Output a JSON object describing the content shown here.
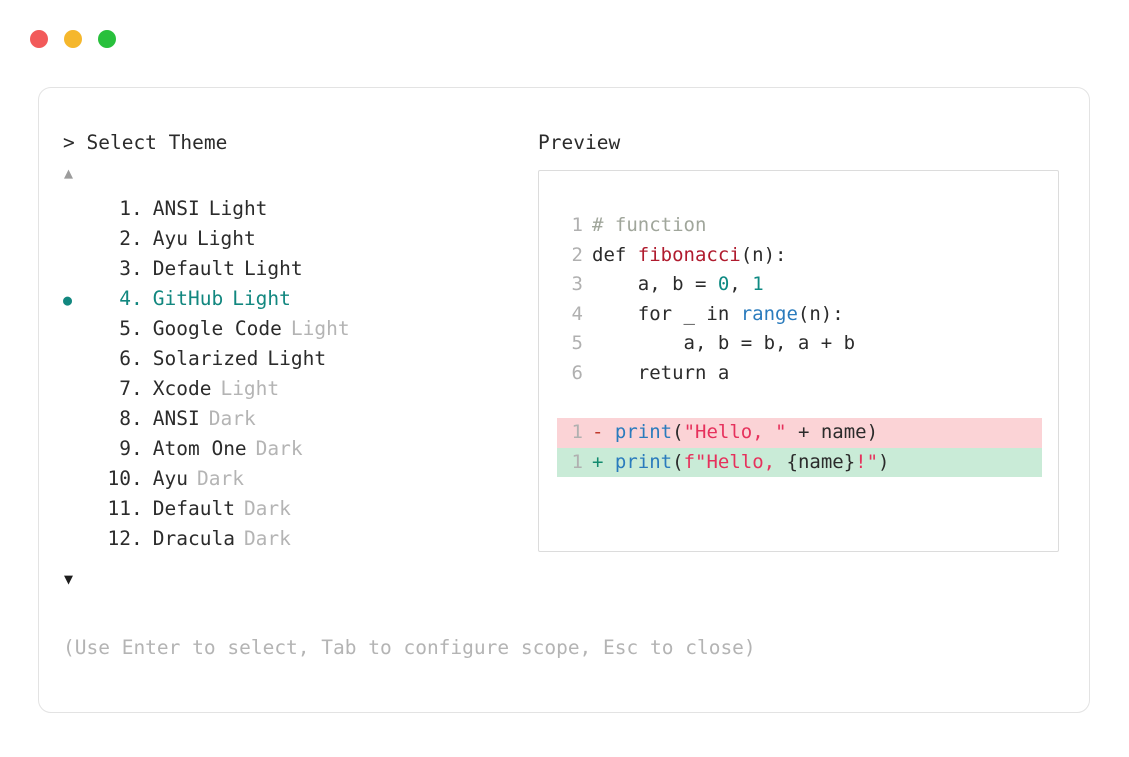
{
  "window": {
    "traffic_lights": [
      {
        "name": "close",
        "color": "#f25a5a"
      },
      {
        "name": "minimize",
        "color": "#f5b72c"
      },
      {
        "name": "maximize",
        "color": "#28c03c"
      }
    ]
  },
  "selector": {
    "prompt": "> Select Theme",
    "scroll_up": "▲",
    "scroll_down": "▼",
    "selected_index": 4,
    "bullet": "●",
    "accent_color": "#12877f",
    "items": [
      {
        "num": "1",
        "dot": ".",
        "name": "ANSI",
        "variant": "Light",
        "variant_dim": false,
        "selected": false
      },
      {
        "num": "2",
        "dot": ".",
        "name": "Ayu",
        "variant": "Light",
        "variant_dim": false,
        "selected": false
      },
      {
        "num": "3",
        "dot": ".",
        "name": "Default",
        "variant": "Light",
        "variant_dim": false,
        "selected": false
      },
      {
        "num": "4",
        "dot": ".",
        "name": "GitHub",
        "variant": "Light",
        "variant_dim": false,
        "selected": true
      },
      {
        "num": "5",
        "dot": ".",
        "name": "Google Code",
        "variant": "Light",
        "variant_dim": true,
        "selected": false
      },
      {
        "num": "6",
        "dot": ".",
        "name": "Solarized",
        "variant": "Light",
        "variant_dim": false,
        "selected": false
      },
      {
        "num": "7",
        "dot": ".",
        "name": "Xcode",
        "variant": "Light",
        "variant_dim": true,
        "selected": false
      },
      {
        "num": "8",
        "dot": ".",
        "name": "ANSI",
        "variant": "Dark",
        "variant_dim": true,
        "selected": false
      },
      {
        "num": "9",
        "dot": ".",
        "name": "Atom One",
        "variant": "Dark",
        "variant_dim": true,
        "selected": false
      },
      {
        "num": "10",
        "dot": ".",
        "name": "Ayu",
        "variant": "Dark",
        "variant_dim": true,
        "selected": false
      },
      {
        "num": "11",
        "dot": ".",
        "name": "Default",
        "variant": "Dark",
        "variant_dim": true,
        "selected": false
      },
      {
        "num": "12",
        "dot": ".",
        "name": "Dracula",
        "variant": "Dark",
        "variant_dim": true,
        "selected": false
      }
    ]
  },
  "preview": {
    "title": "Preview",
    "code_lines": [
      {
        "lnum": "1",
        "tokens": [
          {
            "t": "# function",
            "c": "tok-comment"
          }
        ]
      },
      {
        "lnum": "2",
        "tokens": [
          {
            "t": "def ",
            "c": "tok-kw"
          },
          {
            "t": "fibonacci",
            "c": "tok-fn"
          },
          {
            "t": "(n):",
            "c": "tok-plain"
          }
        ]
      },
      {
        "lnum": "3",
        "tokens": [
          {
            "t": "    a, b = ",
            "c": "tok-plain"
          },
          {
            "t": "0",
            "c": "tok-num"
          },
          {
            "t": ", ",
            "c": "tok-plain"
          },
          {
            "t": "1",
            "c": "tok-num"
          }
        ]
      },
      {
        "lnum": "4",
        "tokens": [
          {
            "t": "    for _ in ",
            "c": "tok-plain"
          },
          {
            "t": "range",
            "c": "tok-builtin"
          },
          {
            "t": "(n):",
            "c": "tok-plain"
          }
        ]
      },
      {
        "lnum": "5",
        "tokens": [
          {
            "t": "        a, b = b, a + b",
            "c": "tok-plain"
          }
        ]
      },
      {
        "lnum": "6",
        "tokens": [
          {
            "t": "    return a",
            "c": "tok-plain"
          }
        ]
      }
    ],
    "diff_lines": [
      {
        "lnum": "1",
        "mark": "-",
        "kind": "del",
        "tokens": [
          {
            "t": " ",
            "c": "tok-plain"
          },
          {
            "t": "print",
            "c": "tok-builtin"
          },
          {
            "t": "(",
            "c": "tok-plain"
          },
          {
            "t": "\"Hello, \"",
            "c": "tok-str"
          },
          {
            "t": " + name)",
            "c": "tok-plain"
          }
        ]
      },
      {
        "lnum": "1",
        "mark": "+",
        "kind": "add",
        "tokens": [
          {
            "t": " ",
            "c": "tok-plain"
          },
          {
            "t": "print",
            "c": "tok-builtin"
          },
          {
            "t": "(",
            "c": "tok-plain"
          },
          {
            "t": "f\"Hello, ",
            "c": "tok-str"
          },
          {
            "t": "{name}",
            "c": "tok-plain"
          },
          {
            "t": "!\"",
            "c": "tok-str"
          },
          {
            "t": ")",
            "c": "tok-plain"
          }
        ]
      }
    ],
    "diff_colors": {
      "deleted_bg": "#fbd3d6",
      "added_bg": "#c9ebd7"
    }
  },
  "footer": {
    "hint": "(Use Enter to select, Tab to configure scope, Esc to close)"
  }
}
